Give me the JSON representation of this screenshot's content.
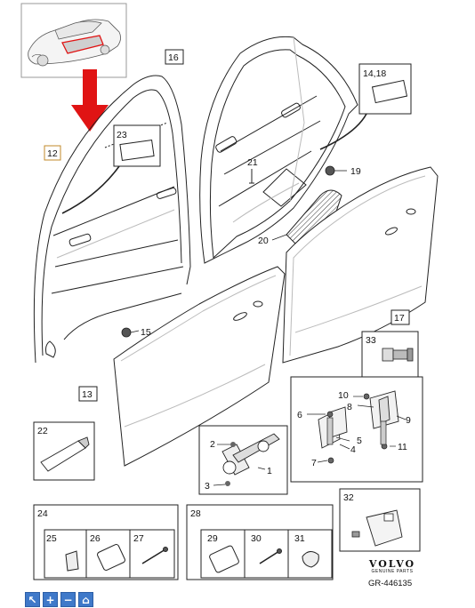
{
  "diagram": {
    "callouts": {
      "c12": "12",
      "c13": "13",
      "c14": "14,18",
      "c15": "15",
      "c16": "16",
      "c17": "17",
      "c19": "19",
      "c20": "20",
      "c21": "21",
      "c23": "23"
    },
    "detail_boxes": {
      "b1": "1",
      "b2": "2",
      "b3": "3",
      "b4": "4",
      "b5": "5",
      "b6": "6",
      "b7": "7",
      "b8": "8",
      "b9": "9",
      "b10": "10",
      "b11": "11",
      "b22": "22",
      "b24": "24",
      "b25": "25",
      "b26": "26",
      "b27": "27",
      "b28": "28",
      "b29": "29",
      "b30": "30",
      "b31": "31",
      "b32": "32",
      "b33": "33"
    },
    "brand": {
      "name": "VOLVO",
      "subtitle": "GENUINE PARTS",
      "reference": "GR-446135"
    },
    "accent_arrow_color": "#e01414"
  },
  "toolbar": {
    "buttons": [
      {
        "icon": "cursor-icon",
        "glyph": "↖"
      },
      {
        "icon": "zoom-in-icon",
        "glyph": "+"
      },
      {
        "icon": "zoom-out-icon",
        "glyph": "−"
      },
      {
        "icon": "home-icon",
        "glyph": "⌂"
      }
    ]
  }
}
